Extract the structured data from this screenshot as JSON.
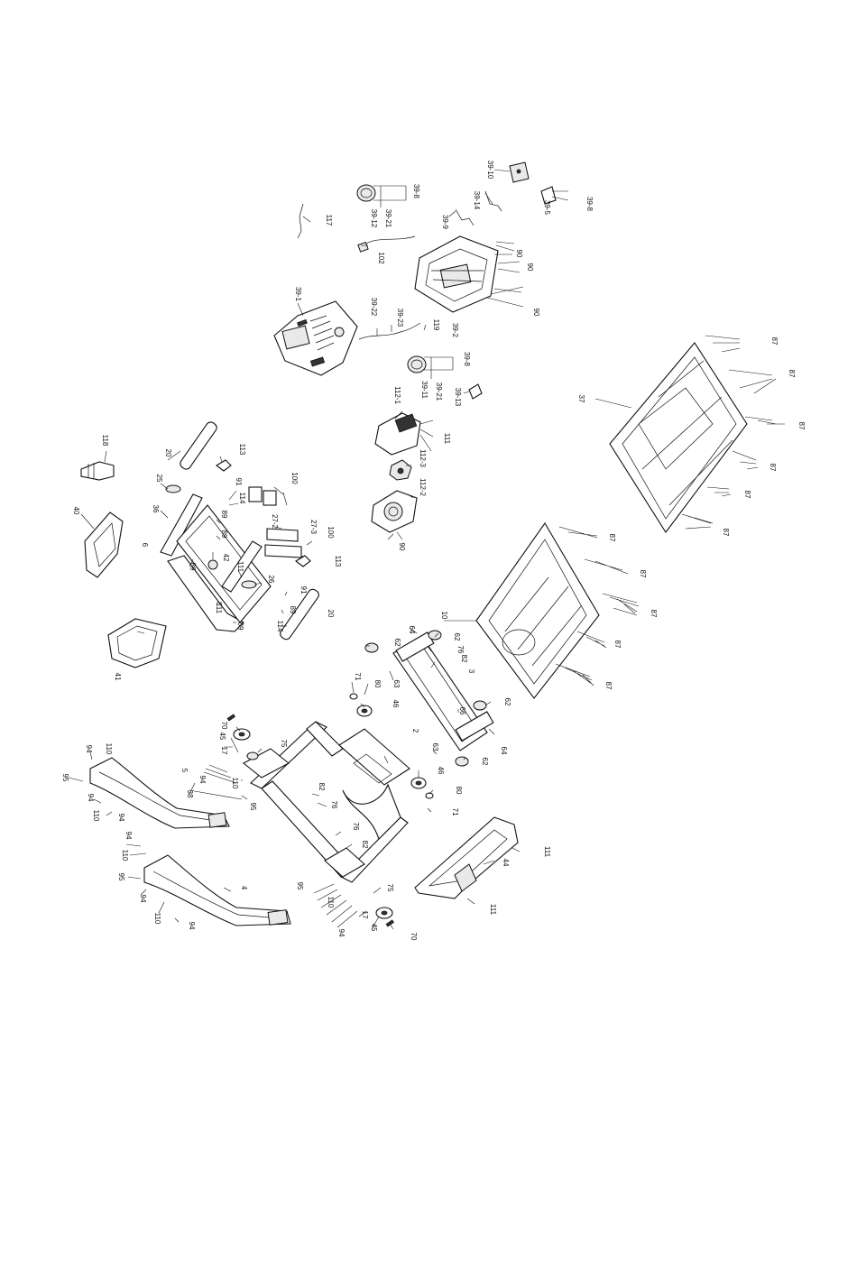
{
  "diagram": {
    "callouts": [
      {
        "id": "c-39-10",
        "text": "39-10"
      },
      {
        "id": "c-39-8a",
        "text": "39-8"
      },
      {
        "id": "c-39-12",
        "text": "39-12"
      },
      {
        "id": "c-39-21a",
        "text": "39-21"
      },
      {
        "id": "c-39-9",
        "text": "39-9"
      },
      {
        "id": "c-39-14",
        "text": "39-14"
      },
      {
        "id": "c-39-5",
        "text": "39-5"
      },
      {
        "id": "c-39-8b",
        "text": "39-8"
      },
      {
        "id": "c-117",
        "text": "117"
      },
      {
        "id": "c-102",
        "text": "102"
      },
      {
        "id": "c-90a",
        "text": "90"
      },
      {
        "id": "c-90b",
        "text": "90"
      },
      {
        "id": "c-90c",
        "text": "90"
      },
      {
        "id": "c-39-1",
        "text": "39-1"
      },
      {
        "id": "c-39-22",
        "text": "39-22"
      },
      {
        "id": "c-39-23",
        "text": "39-23"
      },
      {
        "id": "c-119",
        "text": "119"
      },
      {
        "id": "c-39-2",
        "text": "39-2"
      },
      {
        "id": "c-39-11",
        "text": "39-11"
      },
      {
        "id": "c-39-21b",
        "text": "39-21"
      },
      {
        "id": "c-39-8c",
        "text": "39-8"
      },
      {
        "id": "c-39-13",
        "text": "39-13"
      },
      {
        "id": "c-112-1",
        "text": "112-1"
      },
      {
        "id": "c-111a",
        "text": "111"
      },
      {
        "id": "c-112-3",
        "text": "112-3"
      },
      {
        "id": "c-112-2",
        "text": "112-2"
      },
      {
        "id": "c-90d",
        "text": "90"
      },
      {
        "id": "c-37",
        "text": "37"
      },
      {
        "id": "c-87a",
        "text": "87"
      },
      {
        "id": "c-87b",
        "text": "87"
      },
      {
        "id": "c-87c",
        "text": "87"
      },
      {
        "id": "c-87d",
        "text": "87"
      },
      {
        "id": "c-87e",
        "text": "87"
      },
      {
        "id": "c-87f",
        "text": "87"
      },
      {
        "id": "c-87g",
        "text": "87"
      },
      {
        "id": "c-87h",
        "text": "87"
      },
      {
        "id": "c-87i",
        "text": "87"
      },
      {
        "id": "c-87j",
        "text": "87"
      },
      {
        "id": "c-87k",
        "text": "87"
      },
      {
        "id": "c-10",
        "text": "10"
      },
      {
        "id": "c-118",
        "text": "118"
      },
      {
        "id": "c-40",
        "text": "40"
      },
      {
        "id": "c-20a",
        "text": "20"
      },
      {
        "id": "c-113a",
        "text": "113"
      },
      {
        "id": "c-25",
        "text": "25"
      },
      {
        "id": "c-36",
        "text": "36"
      },
      {
        "id": "c-91a",
        "text": "91"
      },
      {
        "id": "c-114a",
        "text": "114"
      },
      {
        "id": "c-100a",
        "text": "100"
      },
      {
        "id": "c-89a",
        "text": "89"
      },
      {
        "id": "c-89b",
        "text": "89"
      },
      {
        "id": "c-6",
        "text": "6"
      },
      {
        "id": "c-27-2",
        "text": "27-2"
      },
      {
        "id": "c-27-3",
        "text": "27-3"
      },
      {
        "id": "c-100b",
        "text": "100"
      },
      {
        "id": "c-89c",
        "text": "89"
      },
      {
        "id": "c-42",
        "text": "42"
      },
      {
        "id": "c-26",
        "text": "26"
      },
      {
        "id": "c-111b",
        "text": "111"
      },
      {
        "id": "c-113b",
        "text": "113"
      },
      {
        "id": "c-111c",
        "text": "111"
      },
      {
        "id": "c-91b",
        "text": "91"
      },
      {
        "id": "c-89d",
        "text": "89"
      },
      {
        "id": "c-89e",
        "text": "89"
      },
      {
        "id": "c-114b",
        "text": "114"
      },
      {
        "id": "c-20b",
        "text": "20"
      },
      {
        "id": "c-41",
        "text": "41"
      },
      {
        "id": "c-64a",
        "text": "64"
      },
      {
        "id": "c-62a",
        "text": "62"
      },
      {
        "id": "c-62b",
        "text": "62"
      },
      {
        "id": "c-76a",
        "text": "76"
      },
      {
        "id": "c-82a",
        "text": "82"
      },
      {
        "id": "c-3",
        "text": "3"
      },
      {
        "id": "c-71a",
        "text": "71"
      },
      {
        "id": "c-80a",
        "text": "80"
      },
      {
        "id": "c-63a",
        "text": "63"
      },
      {
        "id": "c-46a",
        "text": "46"
      },
      {
        "id": "c-66",
        "text": "66"
      },
      {
        "id": "c-62c",
        "text": "62"
      },
      {
        "id": "c-62d",
        "text": "62"
      },
      {
        "id": "c-64b",
        "text": "64"
      },
      {
        "id": "c-2",
        "text": "2"
      },
      {
        "id": "c-63b",
        "text": "63"
      },
      {
        "id": "c-46b",
        "text": "46"
      },
      {
        "id": "c-80b",
        "text": "80"
      },
      {
        "id": "c-71b",
        "text": "71"
      },
      {
        "id": "c-70a",
        "text": "70"
      },
      {
        "id": "c-45a",
        "text": "45"
      },
      {
        "id": "c-17a",
        "text": "17"
      },
      {
        "id": "c-75a",
        "text": "75"
      },
      {
        "id": "c-94a",
        "text": "94"
      },
      {
        "id": "c-110a",
        "text": "110"
      },
      {
        "id": "c-95a",
        "text": "95"
      },
      {
        "id": "c-5",
        "text": "5"
      },
      {
        "id": "c-38",
        "text": "38"
      },
      {
        "id": "c-94b",
        "text": "94"
      },
      {
        "id": "c-110b",
        "text": "110"
      },
      {
        "id": "c-95b",
        "text": "95"
      },
      {
        "id": "c-110c",
        "text": "110"
      },
      {
        "id": "c-94c",
        "text": "94"
      },
      {
        "id": "c-94d",
        "text": "94"
      },
      {
        "id": "c-82b",
        "text": "82"
      },
      {
        "id": "c-76b",
        "text": "76"
      },
      {
        "id": "c-76c",
        "text": "76"
      },
      {
        "id": "c-82c",
        "text": "82"
      },
      {
        "id": "c-111d",
        "text": "111"
      },
      {
        "id": "c-44",
        "text": "44"
      },
      {
        "id": "c-111e",
        "text": "111"
      },
      {
        "id": "c-94e",
        "text": "94"
      },
      {
        "id": "c-110d",
        "text": "110"
      },
      {
        "id": "c-4",
        "text": "4"
      },
      {
        "id": "c-95c",
        "text": "95"
      },
      {
        "id": "c-94f",
        "text": "94"
      },
      {
        "id": "c-110e",
        "text": "110"
      },
      {
        "id": "c-94g",
        "text": "94"
      },
      {
        "id": "c-95d",
        "text": "95"
      },
      {
        "id": "c-110f",
        "text": "110"
      },
      {
        "id": "c-94h",
        "text": "94"
      },
      {
        "id": "c-17b",
        "text": "17"
      },
      {
        "id": "c-45b",
        "text": "45"
      },
      {
        "id": "c-75b",
        "text": "75"
      },
      {
        "id": "c-70b",
        "text": "70"
      }
    ]
  }
}
